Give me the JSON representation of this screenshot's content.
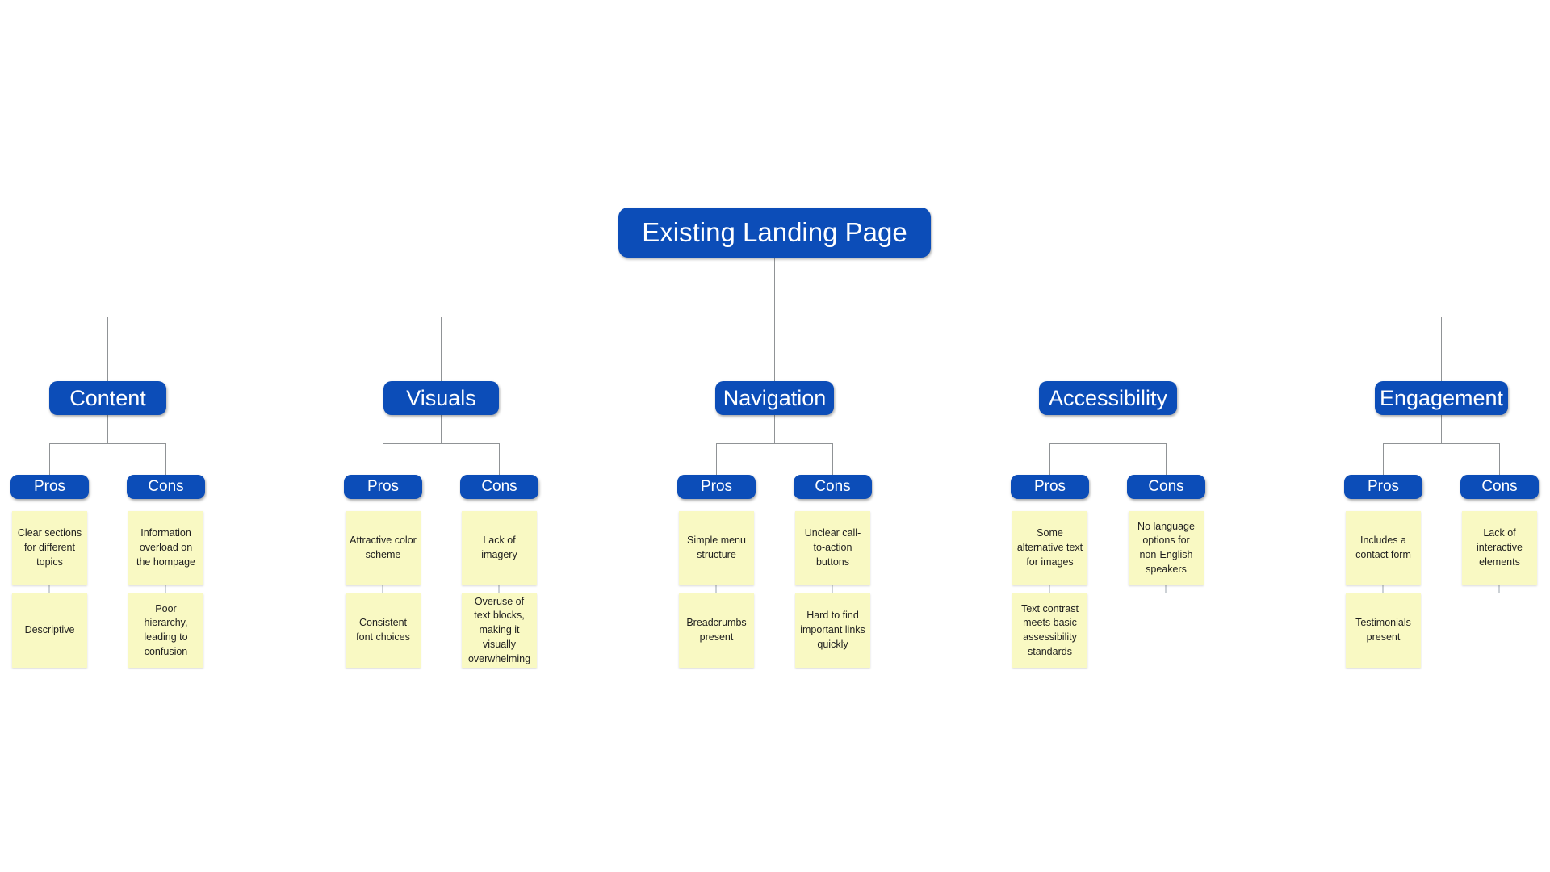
{
  "colors": {
    "node_blue": "#0c4db8",
    "note_yellow": "#f9f9c3",
    "connector": "#909396",
    "note_connector": "#ccd1d5",
    "node_text": "#ffffff",
    "note_text": "#1f1f1f",
    "background": "#ffffff"
  },
  "root": {
    "label": "Existing Landing Page"
  },
  "branches": [
    {
      "label": "Content",
      "pros": {
        "label": "Pros",
        "notes": [
          "Clear sections for different topics",
          "Descriptive"
        ]
      },
      "cons": {
        "label": "Cons",
        "notes": [
          "Information overload on the hompage",
          "Poor hierarchy, leading to confusion"
        ]
      }
    },
    {
      "label": "Visuals",
      "pros": {
        "label": "Pros",
        "notes": [
          "Attractive color scheme",
          "Consistent font choices"
        ]
      },
      "cons": {
        "label": "Cons",
        "notes": [
          "Lack of imagery",
          "Overuse of text blocks, making it visually overwhelming"
        ]
      }
    },
    {
      "label": "Navigation",
      "pros": {
        "label": "Pros",
        "notes": [
          "Simple menu structure",
          "Breadcrumbs present"
        ]
      },
      "cons": {
        "label": "Cons",
        "notes": [
          "Unclear call-to-action buttons",
          "Hard to find important links quickly"
        ]
      }
    },
    {
      "label": "Accessibility",
      "pros": {
        "label": "Pros",
        "notes": [
          "Some alternative text for images",
          "Text contrast meets basic assessibility standards"
        ]
      },
      "cons": {
        "label": "Cons",
        "notes": [
          "No language options for non-English speakers"
        ]
      }
    },
    {
      "label": "Engagement",
      "pros": {
        "label": "Pros",
        "notes": [
          "Includes a contact form",
          "Testimonials present"
        ]
      },
      "cons": {
        "label": "Cons",
        "notes": [
          "Lack of interactive elements"
        ]
      }
    }
  ]
}
